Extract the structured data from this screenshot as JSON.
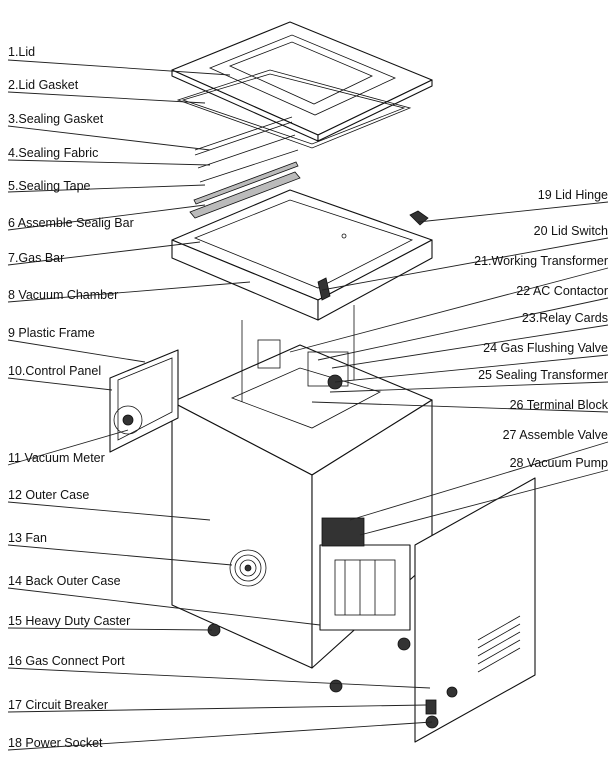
{
  "callouts": [
    {
      "label": "1.Lid"
    },
    {
      "label": "2.Lid Gasket"
    },
    {
      "label": "3.Sealing Gasket"
    },
    {
      "label": "4.Sealing Fabric"
    },
    {
      "label": "5.Sealing Tape"
    },
    {
      "label": "6 Assemble Sealig Bar"
    },
    {
      "label": "7.Gas Bar"
    },
    {
      "label": "8 Vacuum Chamber"
    },
    {
      "label": "9 Plastic Frame"
    },
    {
      "label": "10.Control Panel"
    },
    {
      "label": "11 Vacuum Meter"
    },
    {
      "label": "12 Outer Case"
    },
    {
      "label": "13 Fan"
    },
    {
      "label": "14 Back Outer Case"
    },
    {
      "label": "15 Heavy Duty Caster"
    },
    {
      "label": "16 Gas Connect Port"
    },
    {
      "label": "17 Circuit Breaker"
    },
    {
      "label": "18 Power Socket"
    },
    {
      "label": "19 Lid Hinge"
    },
    {
      "label": "20 Lid Switch"
    },
    {
      "label": "21.Working Transformer"
    },
    {
      "label": "22 AC Contactor"
    },
    {
      "label": "23.Relay Cards"
    },
    {
      "label": "24 Gas Flushing Valve"
    },
    {
      "label": "25 Sealing Transformer"
    },
    {
      "label": "26 Terminal Block"
    },
    {
      "label": "27 Assemble Valve"
    },
    {
      "label": "28 Vacuum Pump"
    }
  ]
}
